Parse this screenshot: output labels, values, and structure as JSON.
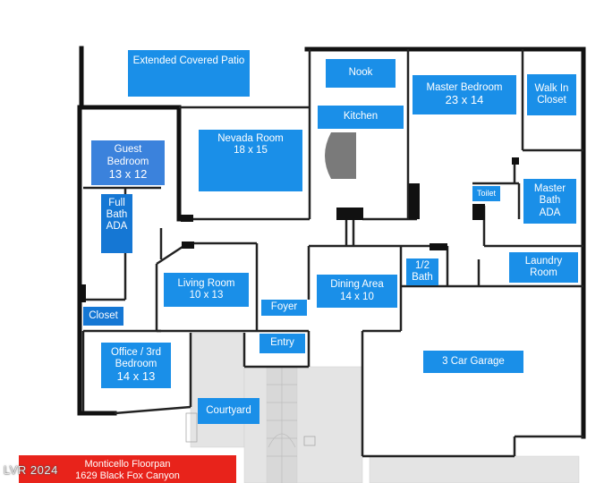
{
  "rooms": {
    "patio": "Extended Covered Patio",
    "nook": "Nook",
    "kitchen": "Kitchen",
    "master_bedroom": "Master Bedroom",
    "master_bedroom_size": "23 x 14",
    "walk_in_closet": [
      "Walk In",
      "Closet"
    ],
    "guest_bedroom": [
      "Guest",
      "Bedroom"
    ],
    "guest_bedroom_size": "13 x 12",
    "nevada_room": "Nevada Room",
    "nevada_room_size": "18 x 15",
    "full_bath": [
      "Full",
      "Bath",
      "ADA"
    ],
    "toilet": "Toilet",
    "master_bath": [
      "Master",
      "Bath",
      "ADA"
    ],
    "half_bath": [
      "1/2",
      "Bath"
    ],
    "laundry_room": [
      "Laundry",
      "Room"
    ],
    "living_room": "Living Room",
    "living_room_size": "10 x 13",
    "foyer": "Foyer",
    "entry": "Entry",
    "dining_area": "Dining Area",
    "dining_area_size": "14 x 10",
    "closet": "Closet",
    "office": [
      "Office / 3rd",
      "Bedroom"
    ],
    "office_size": "14 x 13",
    "courtyard": "Courtyard",
    "garage": "3 Car Garage"
  },
  "banner": {
    "title": "Monticello Floorpan",
    "address": "1629 Black Fox Canyon"
  },
  "watermark": "LVR 2024",
  "colors": {
    "label_blue": "#1a8fe8",
    "banner_red": "#e8231b",
    "wall": "#111111",
    "courtyard_gray": "#e6e6e6"
  }
}
